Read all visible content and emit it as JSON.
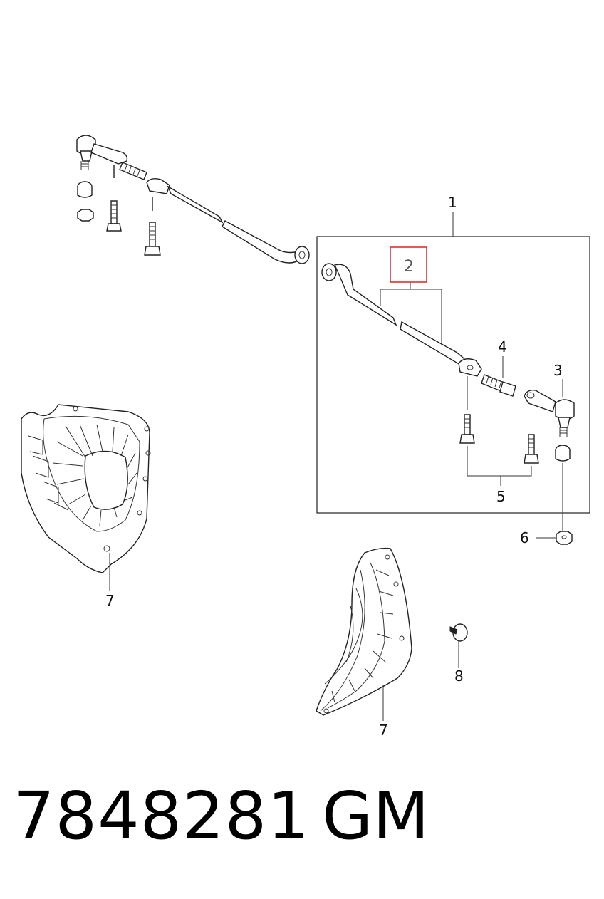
{
  "callouts": {
    "c1": "1",
    "c2": "2",
    "c3": "3",
    "c4": "4",
    "c5": "5",
    "c6": "6",
    "c7a": "7",
    "c7b": "7",
    "c8": "8"
  },
  "footer": {
    "part_number": "7848281",
    "brand": "GM"
  },
  "colors": {
    "highlight": "#e03030",
    "line": "#222222"
  }
}
